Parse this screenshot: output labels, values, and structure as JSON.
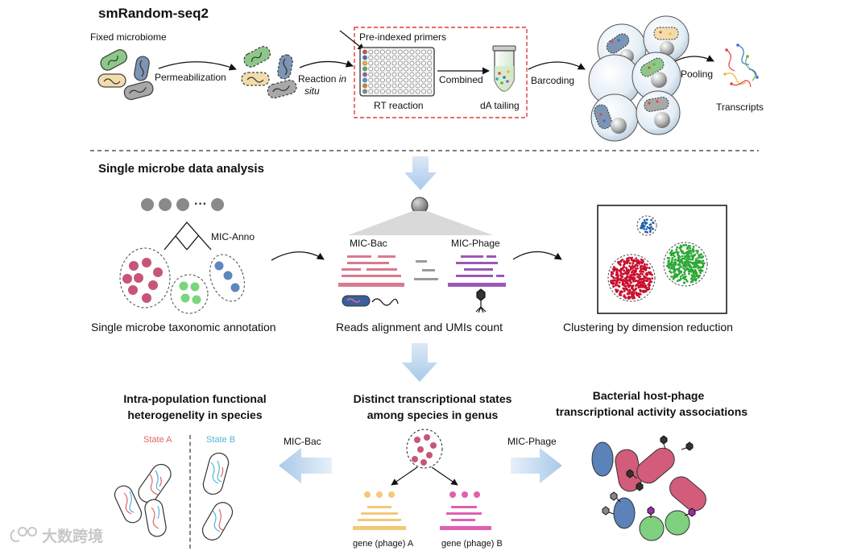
{
  "top": {
    "title": "smRandom-seq2",
    "fixed_microbiome": "Fixed microbiome",
    "permeabilization": "Permeabilization",
    "reaction_line1": "Reaction",
    "reaction_in": "in",
    "reaction_situ": "situ",
    "pre_indexed_primers": "Pre-indexed primers",
    "combined": "Combined",
    "rt_reaction": "RT reaction",
    "da_tailing": "dA tailing",
    "barcoding": "Barcoding",
    "pooling": "Pooling",
    "transcripts": "Transcripts"
  },
  "middle": {
    "title": "Single microbe data analysis",
    "dots_ellipsis": "···",
    "mic_anno": "MIC-Anno",
    "taxonomic_annotation": "Single microbe taxonomic annotation",
    "mic_bac": "MIC-Bac",
    "mic_phage": "MIC-Phage",
    "reads_alignment": "Reads alignment and UMIs count",
    "clustering": "Clustering by dimension reduction"
  },
  "bottom": {
    "left_title_1": "Intra-population functional",
    "left_title_2": "heterogenelity in species",
    "state_a": "State A",
    "state_b": "State B",
    "mic_bac": "MIC-Bac",
    "center_title_1": "Distinct transcriptional states",
    "center_title_2": "among species in genus",
    "gene_a": "gene (phage) A",
    "gene_b": "gene (phage) B",
    "mic_phage": "MIC-Phage",
    "right_title_1": "Bacterial host-phage",
    "right_title_2": "transcriptional activity associations"
  },
  "watermark": {
    "text": "大数跨境"
  },
  "colors": {
    "green_cell": "#8dc889",
    "blue_cell": "#7d95b4",
    "yellow_cell": "#f3dcab",
    "gray_cell": "#a8a8a8",
    "red_dashed": "#e63a3a",
    "red_cluster": "#c8102e",
    "green_cluster": "#2ea836",
    "blue_cluster": "#1f5fa8",
    "bac_bar": "#d97a8e",
    "phage_bar": "#9b59b6",
    "arrow_blue": "#b9d5ef",
    "gene_a": "#f3c877",
    "gene_b": "#e060b0",
    "state_a": "#e06565",
    "state_b": "#4fb6d8"
  }
}
